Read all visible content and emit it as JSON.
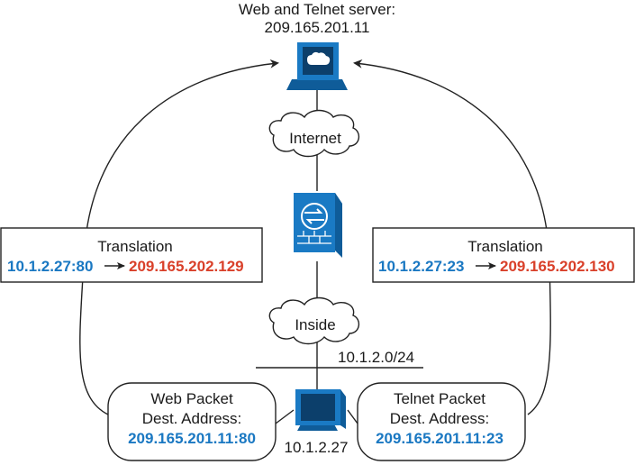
{
  "server": {
    "label_line1": "Web and Telnet server:",
    "label_line2": "209.165.201.11"
  },
  "clouds": {
    "internet": "Internet",
    "inside": "Inside"
  },
  "network": {
    "subnet": "10.1.2.0/24",
    "host_ip": "10.1.2.27"
  },
  "translation_left": {
    "title": "Translation",
    "from": "10.1.2.27:80",
    "to": "209.165.202.129"
  },
  "translation_right": {
    "title": "Translation",
    "from": "10.1.2.27:23",
    "to": "209.165.202.130"
  },
  "web_packet": {
    "line1": "Web Packet",
    "line2": "Dest. Address:",
    "address": "209.165.201.11:80"
  },
  "telnet_packet": {
    "line1": "Telnet Packet",
    "line2": "Dest. Address:",
    "address": "209.165.201.11:23"
  },
  "colors": {
    "blue": "#1a78c2",
    "red": "#d9402a",
    "device_blue": "#1a7ac4"
  }
}
